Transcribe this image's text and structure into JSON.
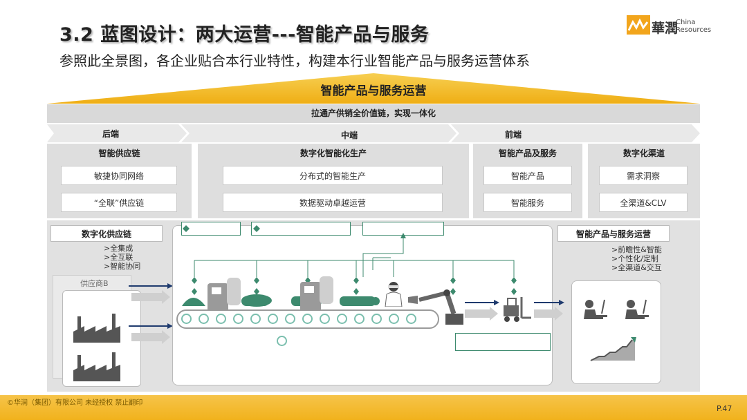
{
  "header": {
    "title": "3.2 蓝图设计：两大运营---智能产品与服务",
    "subtitle": "参照此全景图，各企业贴合本行业特性，构建本行业智能产品与服务运营体系",
    "logo_cn": "華潤",
    "logo_en_line1": "China",
    "logo_en_line2": "Resources"
  },
  "roof": {
    "label": "智能产品与服务运营"
  },
  "value_chain_bar": {
    "label": "拉通产供销全价值链，实现一体化"
  },
  "stages": [
    {
      "label": "后端"
    },
    {
      "label": "中端"
    },
    {
      "label": "前端"
    }
  ],
  "blocks": [
    {
      "title": "智能供应链",
      "items": [
        "敏捷协同网络",
        "“全联”供应链"
      ]
    },
    {
      "title": "数字化智能化生产",
      "items": [
        "分布式的智能生产",
        "数据驱动卓越运营"
      ]
    },
    {
      "title": "智能产品及服务",
      "items": [
        "智能产品",
        "智能服务"
      ]
    },
    {
      "title": "数字化渠道",
      "items": [
        "需求洞察",
        "全渠道&CLV"
      ]
    }
  ],
  "left_panel": {
    "title": "数字化供应链",
    "bullets": [
      ">全集成",
      ">全互联",
      ">智能协同"
    ],
    "supplier_label": "供应商B"
  },
  "right_panel": {
    "title": "智能产品与服务运营",
    "bullets": [
      ">前瞻性&智能",
      ">个性化/定制",
      ">全渠道&交互"
    ]
  },
  "colors": {
    "gold": "#f2b31f",
    "teal": "#3d8a6e",
    "arrow_blue": "#1f3b6e",
    "bar_grey": "#d9d9d9"
  },
  "footer": {
    "copyright": "©华润（集团）有限公司 未经授权 禁止翻印",
    "page": "P.47"
  }
}
